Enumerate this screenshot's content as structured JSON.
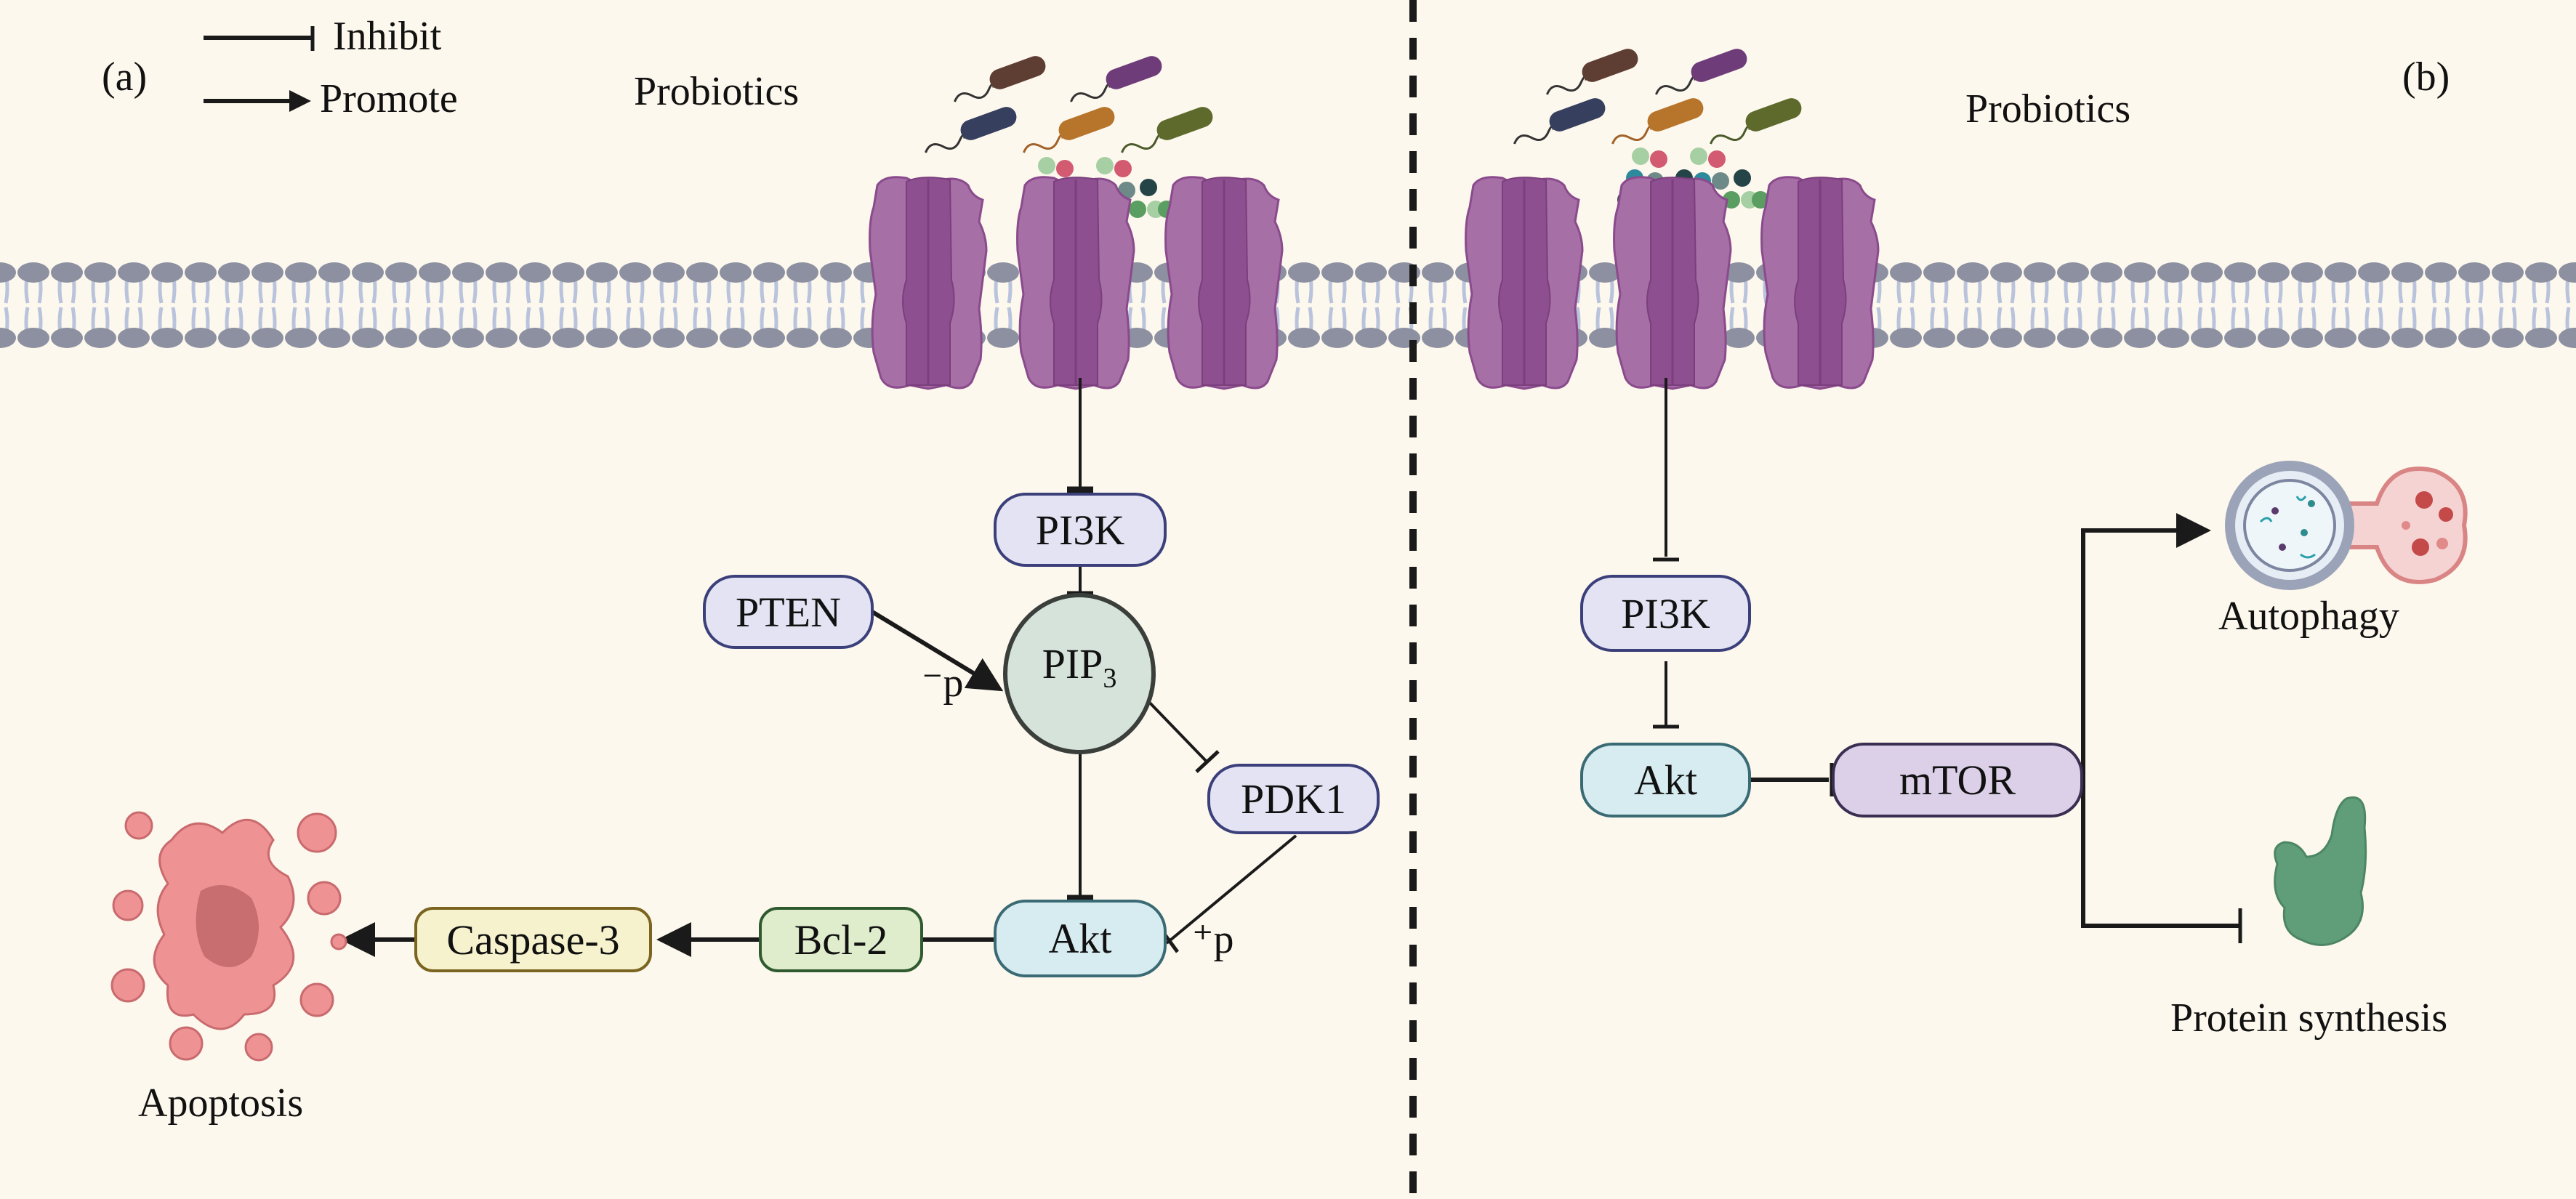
{
  "legend": {
    "inhibit_label": "Inhibit",
    "promote_label": "Promote"
  },
  "panel_a": {
    "label": "(a)",
    "probiotics_label": "Probiotics",
    "nodes": {
      "pi3k": "PI3K",
      "pten": "PTEN",
      "pip3_main": "PIP",
      "pip3_sub": "3",
      "pdk1": "PDK1",
      "akt": "Akt",
      "bcl2": "Bcl-2",
      "caspase3": "Caspase-3"
    },
    "annotations": {
      "dephosphorylation": "⁻p",
      "phosphorylation": "⁺p"
    },
    "outcome_label": "Apoptosis"
  },
  "panel_b": {
    "label": "(b)",
    "probiotics_label": "Probiotics",
    "nodes": {
      "pi3k": "PI3K",
      "akt": "Akt",
      "mtor": "mTOR"
    },
    "outcomes": {
      "autophagy": "Autophagy",
      "protein_synthesis": "Protein synthesis"
    }
  },
  "colors": {
    "background": "#fdf8ed",
    "receptor": "#a66fa6",
    "receptor_dark": "#8d4f8f",
    "membrane_head": "#8c90a0",
    "membrane_tail": "#b9c3dc",
    "pi3k_fill": "#e3e3f3",
    "pi3k_stroke": "#3b3f7a",
    "pip3_fill": "#d5e3da",
    "akt_fill": "#d6ecf0",
    "akt_stroke": "#3a6b75",
    "bcl2_fill": "#dfedcd",
    "bcl2_stroke": "#2f5a2f",
    "caspase_fill": "#f6f2cd",
    "caspase_stroke": "#7a6420",
    "mtor_fill": "#dcd0e8",
    "mtor_stroke": "#3a2e52",
    "apoptosis": "#ee9294",
    "protein": "#5f9e78"
  }
}
